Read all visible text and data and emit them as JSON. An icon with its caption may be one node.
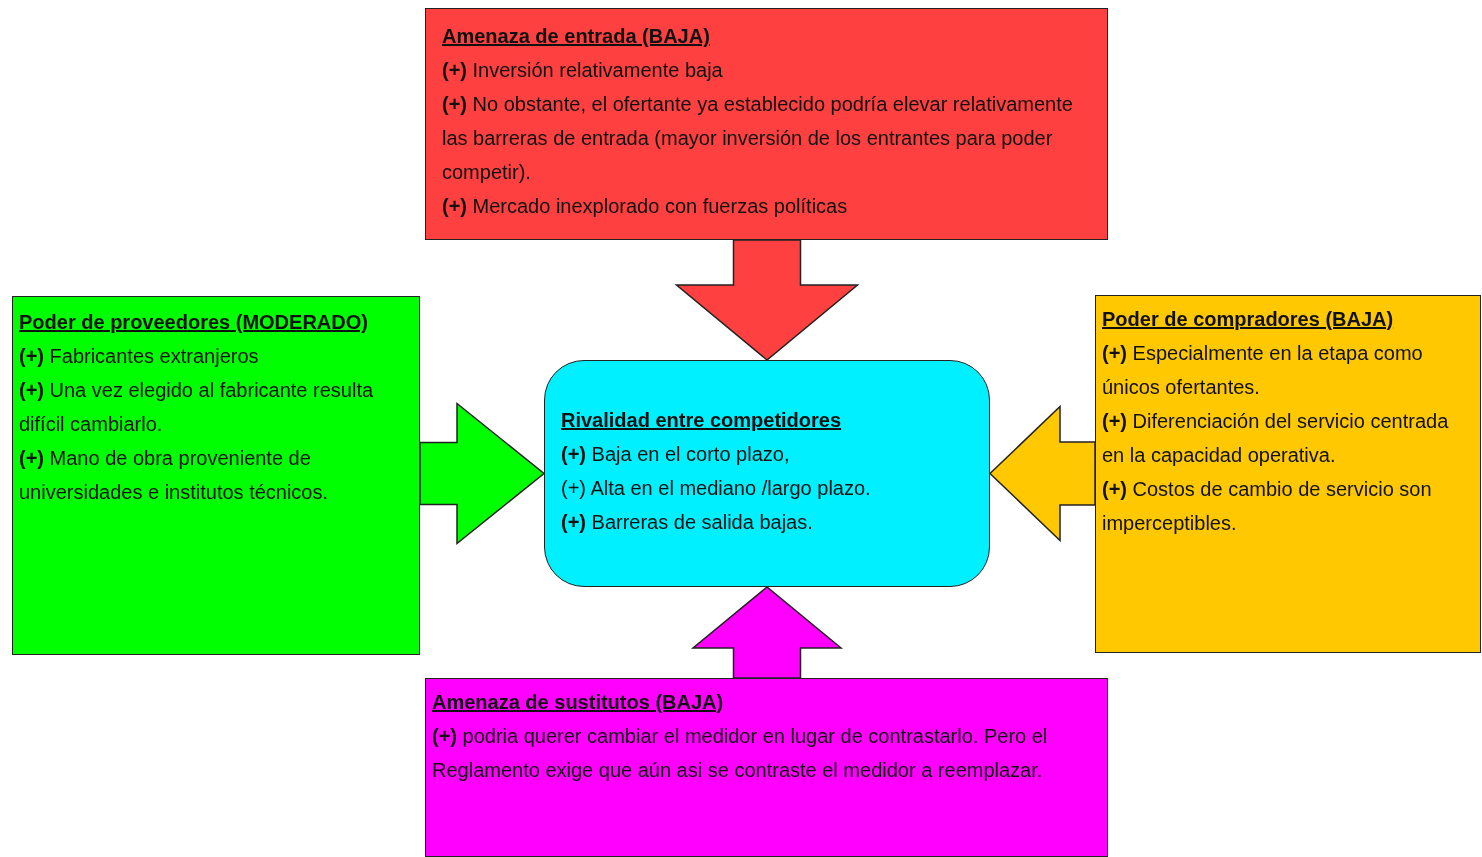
{
  "diagram": {
    "nodes": [
      {
        "text": [
          "Amenaza de entrada (BAJA)",
          "**(+)** Inversión relativamente baja",
          "**(+)** No obstante, el ofertante ya establecido podría elevar relativamente las barreras de entrada (mayor inversión de los entrantes para poder competir).",
          "**(+)** Mercado inexplorado con fuerzas políticas"
        ]
      },
      {
        "text": [
          "Poder de proveedores (MODERADO)",
          "**(+)** Fabricantes extranjeros",
          "**(+)** Una vez elegido al fabricante resulta difícil cambiarlo.",
          "**(+)** Mano de obra proveniente de universidades e institutos técnicos."
        ]
      },
      {
        "text": [
          "Rivalidad entre competidores",
          "**(+)** Baja en el corto plazo,",
          "(+) Alta en el mediano /largo plazo.",
          "**(+)** Barreras de salida bajas."
        ]
      },
      {
        "text": [
          "Poder de compradores (BAJA)",
          "**(+)** Especialmente en la etapa como únicos ofertantes.",
          "**(+)** Diferenciación del servicio centrada en la capacidad operativa.",
          "**(+)** Costos de cambio de servicio son imperceptibles."
        ]
      },
      {
        "text": [
          "Amenaza de sustitutos (BAJA)",
          "**(+)** podria querer cambiar el medidor en lugar de contrastarlo. Pero el Reglamento exige que aún asi se contraste el medidor a reemplazar."
        ]
      }
    ],
    "edges": [
      {
        "from": 0,
        "to": 2,
        "arrow": "to",
        "color": "#ff4040"
      },
      {
        "from": 1,
        "to": 2,
        "arrow": "to",
        "color": "#00ff00"
      },
      {
        "from": 3,
        "to": 2,
        "arrow": "to",
        "color": "#ffc800"
      },
      {
        "from": 4,
        "to": 2,
        "arrow": "to",
        "color": "#ff00ff"
      }
    ]
  }
}
